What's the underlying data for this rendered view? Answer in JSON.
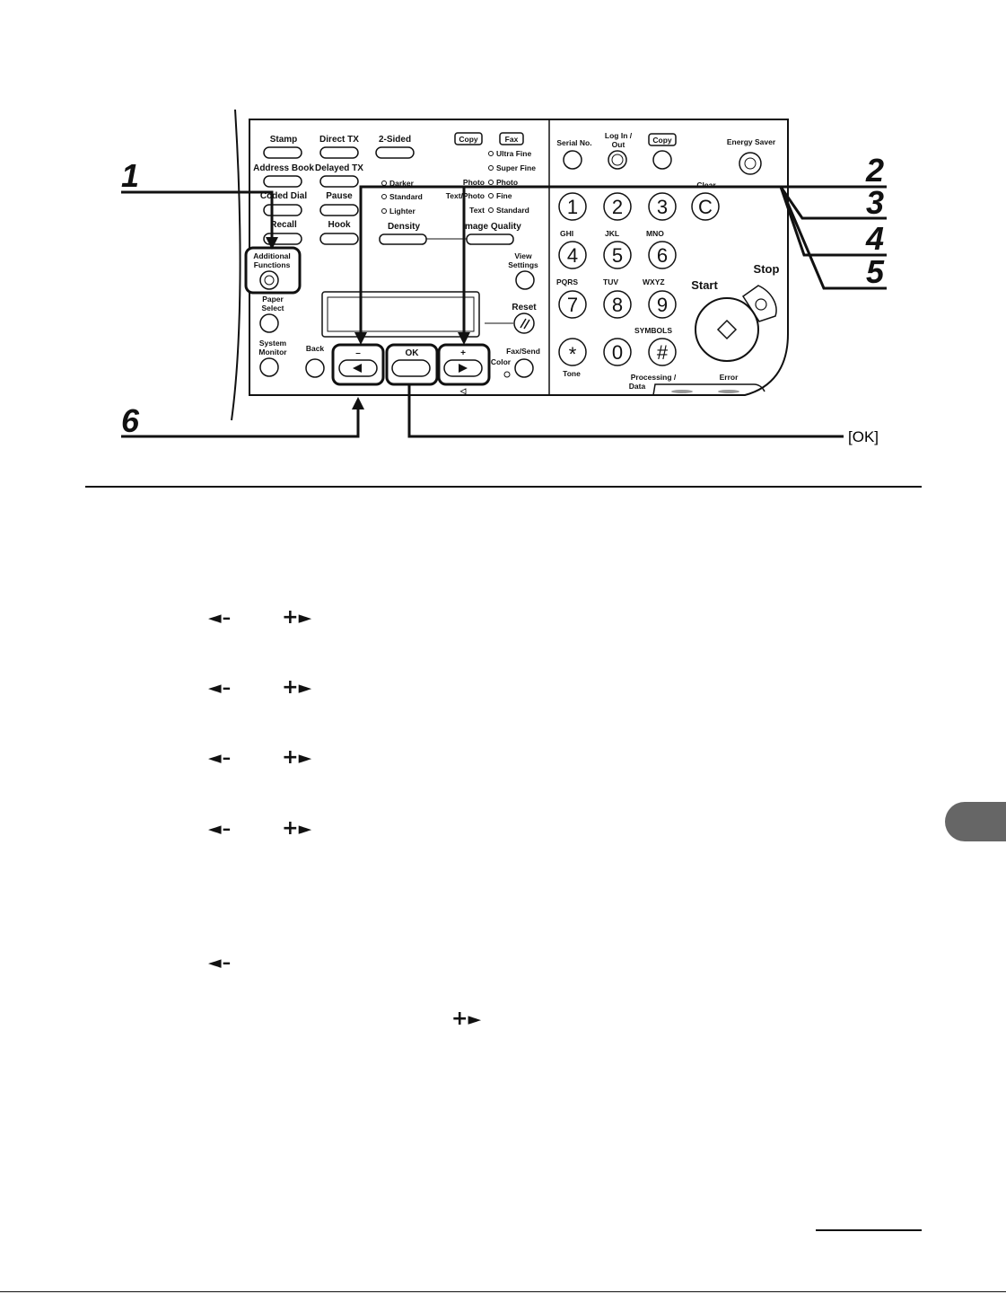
{
  "steps": [
    "1",
    "2",
    "3",
    "4",
    "5",
    "6"
  ],
  "callout_ok": "[OK]",
  "panel": {
    "left_buttons": {
      "stamp": "Stamp",
      "direct_tx": "Direct TX",
      "two_sided": "2-Sided",
      "address_book": "Address Book",
      "delayed_tx": "Delayed TX",
      "coded_dial": "Coded Dial",
      "pause": "Pause",
      "recall": "Recall",
      "hook": "Hook",
      "additional_1": "Additional",
      "additional_2": "Functions",
      "paper_1": "Paper",
      "paper_2": "Select",
      "system_1": "System",
      "system_2": "Monitor",
      "back": "Back"
    },
    "mode_copy": "Copy",
    "mode_fax": "Fax",
    "density": {
      "darker": "Darker",
      "standard": "Standard",
      "lighter": "Lighter",
      "label": "Density"
    },
    "quality": {
      "photo_left": "Photo",
      "text_photo_left": "Text/Photo",
      "text_left": "Text",
      "ultra_fine": "Ultra Fine",
      "super_fine": "Super Fine",
      "photo": "Photo",
      "fine": "Fine",
      "standard": "Standard",
      "label": "Image Quality"
    },
    "view_1": "View",
    "view_2": "Settings",
    "reset": "Reset",
    "nav": {
      "minus": "–",
      "ok": "OK",
      "plus": "+"
    },
    "fax_send": "Fax/Send",
    "color": "Color",
    "serial": "Serial No.",
    "login_1": "Log In /",
    "login_2": "Out",
    "copy_right": "Copy",
    "energy_saver": "Energy Saver",
    "keys": [
      "1",
      "2",
      "3",
      "C",
      "4",
      "5",
      "6",
      "7",
      "8",
      "9",
      "*",
      "0",
      "#"
    ],
    "key_letters": {
      "ghi": "GHI",
      "jkl": "JKL",
      "mno": "MNO",
      "pqrs": "PQRS",
      "tuv": "TUV",
      "wxyz": "WXYZ",
      "symbols": "SYMBOLS",
      "tone": "Tone",
      "clear": "Clear"
    },
    "start": "Start",
    "stop": "Stop",
    "processing_1": "Processing /",
    "processing_2": "Data",
    "error": "Error"
  },
  "body": {
    "glyph_left": "◄",
    "glyph_minus": "–",
    "glyph_plus": "+",
    "glyph_right": "►"
  }
}
